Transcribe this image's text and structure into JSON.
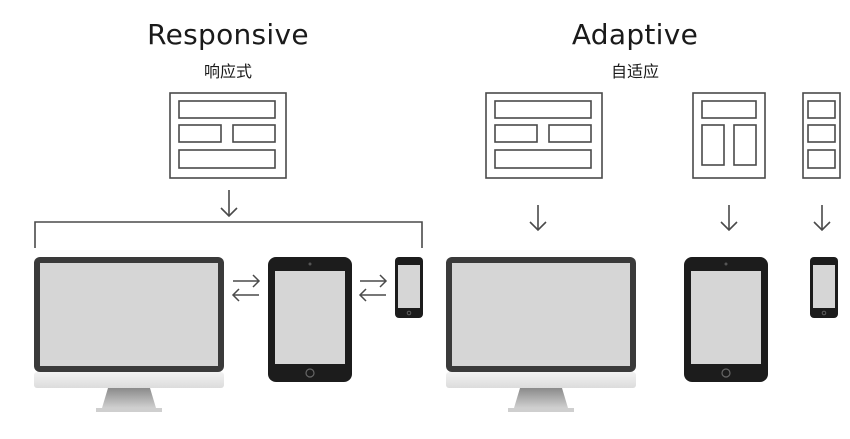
{
  "responsive": {
    "title": "Responsive",
    "subtitle": "响应式"
  },
  "adaptive": {
    "title": "Adaptive",
    "subtitle": "自适应"
  },
  "colors": {
    "stroke": "#4a4a4a",
    "screen": "#d6d6d6",
    "device_dark": "#1c1c1c",
    "monitor_frame": "#3a3a3a",
    "stand": "#bdbdbd"
  }
}
